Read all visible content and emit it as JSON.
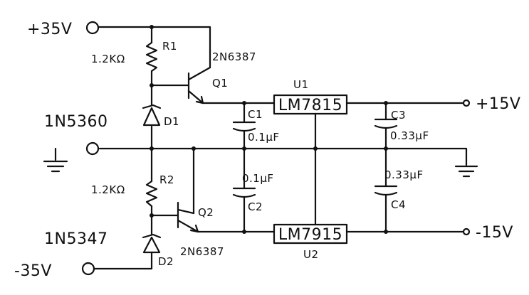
{
  "labels": {
    "pos35": "+35V",
    "neg35": "-35V",
    "pos15": "+15V",
    "neg15": "-15V",
    "r1_value": "1.2KΩ",
    "r1_name": "R1",
    "r2_value": "1.2KΩ",
    "r2_name": "R2",
    "q1_part": "2N6387",
    "q1_name": "Q1",
    "q2_part": "2N6387",
    "q2_name": "Q2",
    "u1_name": "U1",
    "u1_part": "LM7815",
    "u2_part": "LM7915",
    "u2_name": "U2",
    "c1_name": "C1",
    "c1_value": "0.1μF",
    "c2_value": "0.1μF",
    "c2_name": "C2",
    "c3_name": "C3",
    "c3_value": "0.33μF",
    "c4_value": "0.33μF",
    "c4_name": "C4",
    "d1_part": "1N5360",
    "d1_name": "D1",
    "d2_part": "1N5347",
    "d2_name": "D2"
  },
  "colors": {
    "ink": "#111111",
    "paper": "#ffffff"
  }
}
